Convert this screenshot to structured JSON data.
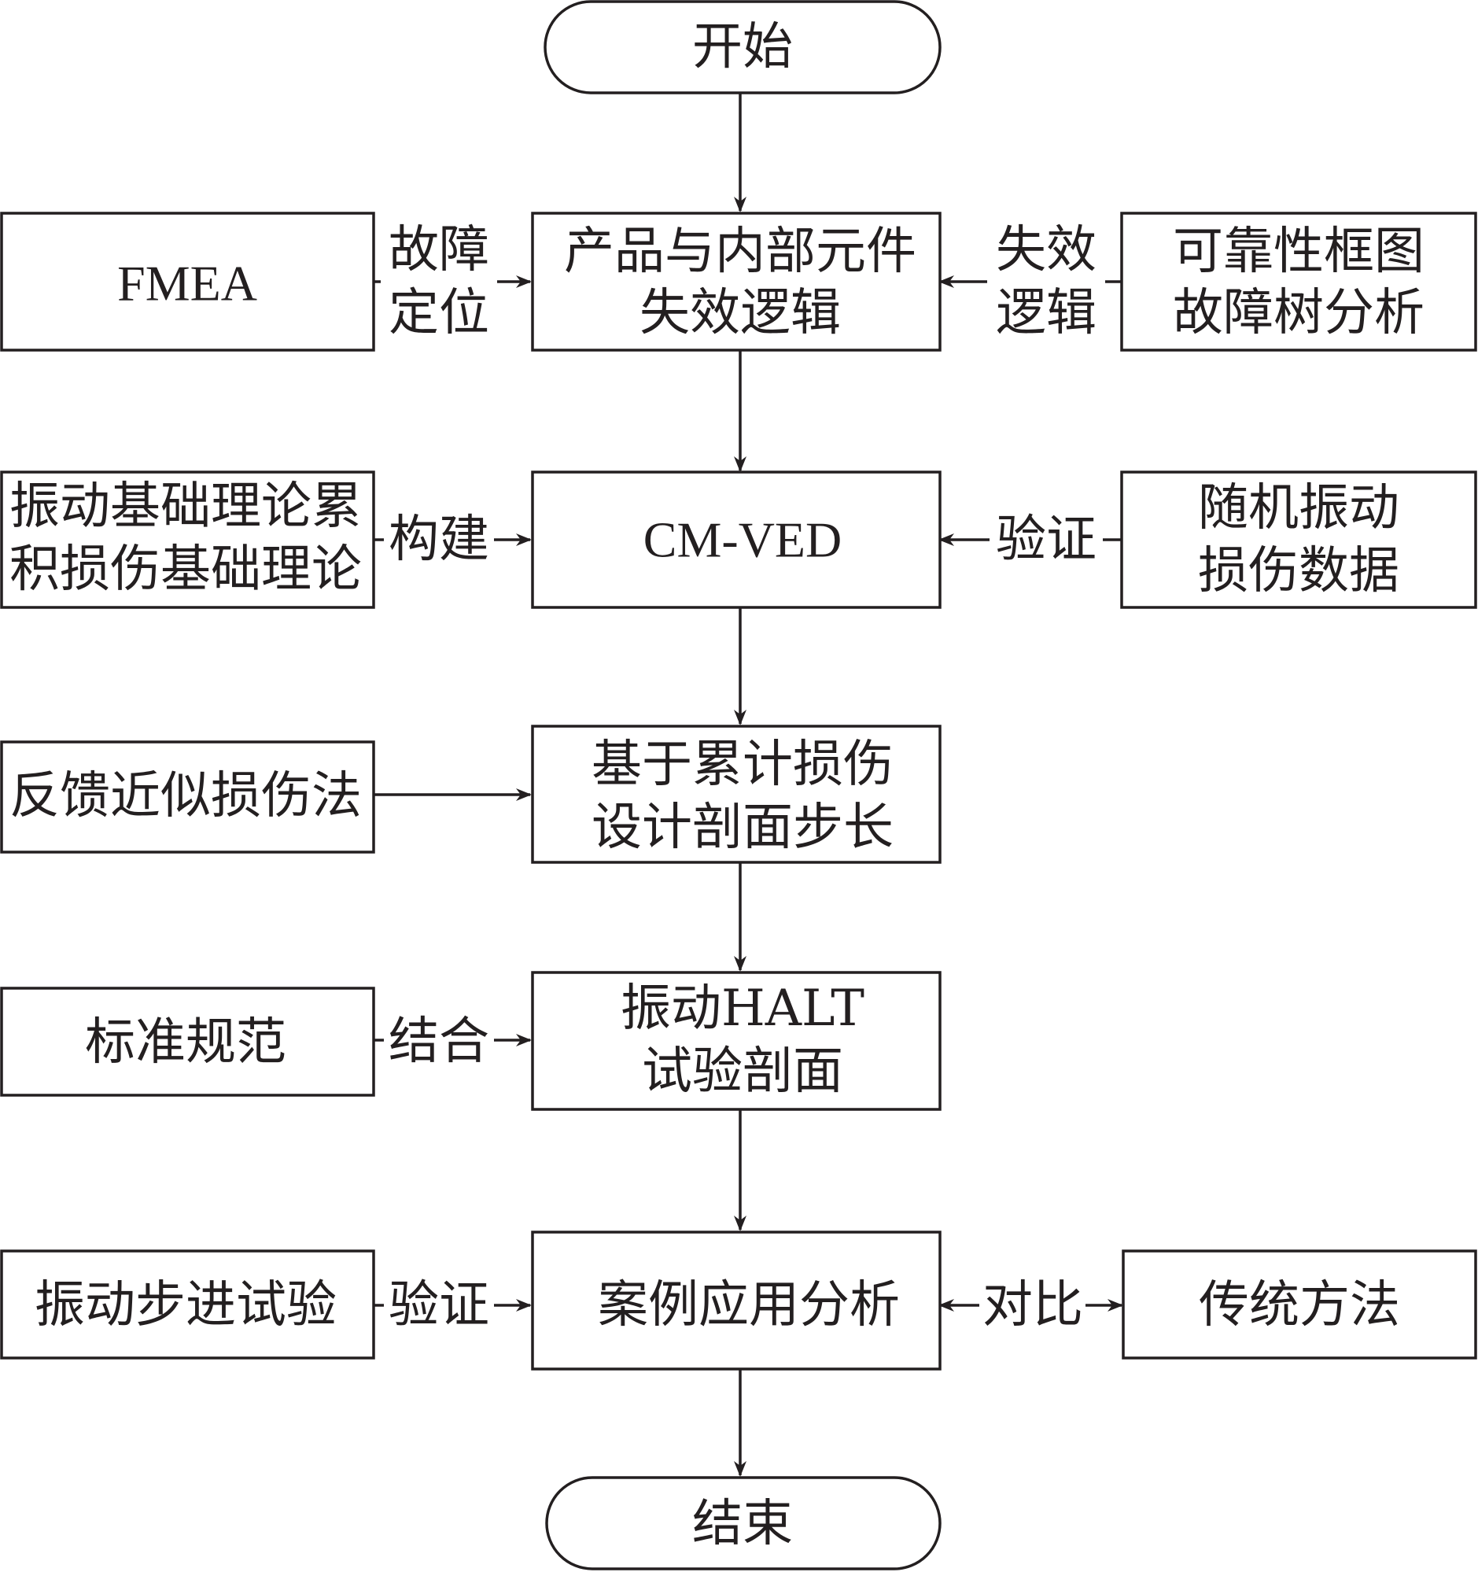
{
  "nodes": {
    "start": "开始",
    "end": "结束",
    "product_logic": [
      "产品与内部元件",
      "失效逻辑"
    ],
    "fmea": "FMEA",
    "reliability": [
      "可靠性框图",
      "故障树分析"
    ],
    "cmved": "CM-VED",
    "vib_theory": [
      "振动基础理论累",
      "积损伤基础理论"
    ],
    "random_vib": [
      "随机振动",
      "损伤数据"
    ],
    "step_design": [
      "基于累计损伤",
      "设计剖面步长"
    ],
    "feedback": "反馈近似损伤法",
    "halt": [
      "振动HALT",
      "试验剖面"
    ],
    "standard": "标准规范",
    "case_analysis": "案例应用分析",
    "step_test": "振动步进试验",
    "traditional": "传统方法"
  },
  "edge_labels": {
    "fault_locate": [
      "故障",
      "定位"
    ],
    "fail_logic": [
      "失效",
      "逻辑"
    ],
    "build": "构建",
    "verify_right": "验证",
    "combine": "结合",
    "verify_left": "验证",
    "compare": "对比"
  }
}
